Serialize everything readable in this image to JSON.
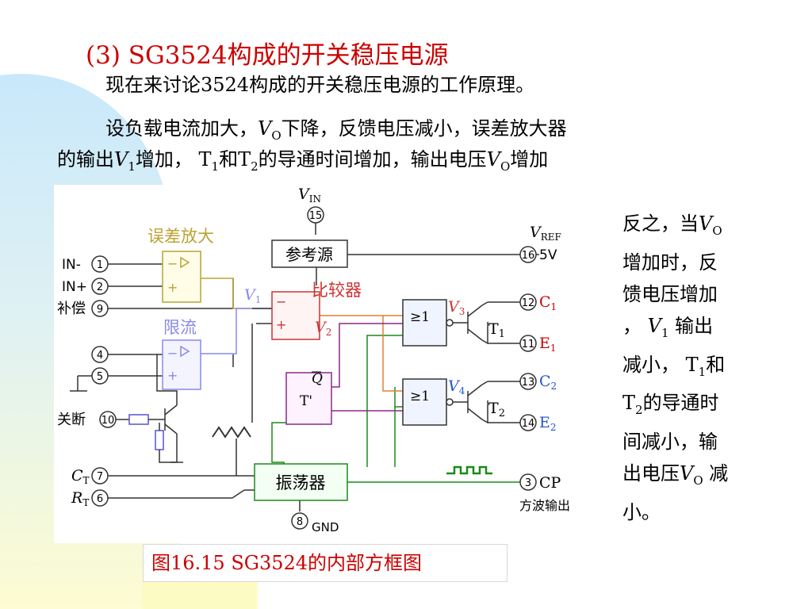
{
  "title": "(3)  SG3524构成的开关稳压电源",
  "paragraph1": "现在来讨论3524构成的开关稳压电源的工作原理。",
  "paragraph2": {
    "line1_a": "设负载电流加大，",
    "line1_v": "V",
    "line1_sub": "O",
    "line1_b": "下降，反馈电压减小，误差放大器",
    "line2_a": "的输出",
    "line2_v1": "V",
    "line2_v1_sub": "1",
    "line2_b": "增加，  T",
    "line2_t1_sub": "1",
    "line2_c": "和T",
    "line2_t2_sub": "2",
    "line2_d": "的导通时间增加，输出电压",
    "line2_vo": "V",
    "line2_vo_sub": "O",
    "line2_e": "增加"
  },
  "right_text": {
    "l1_a": "反之，当",
    "l1_v": "V",
    "l1_sub": "O",
    "l2": "增加时，反",
    "l3": "馈电压增加",
    "l4_a": "，  ",
    "l4_v": "V",
    "l4_sub": "1",
    "l4_b": " 输出",
    "l5_a": "减小， T",
    "l5_sub": "1",
    "l5_b": "和",
    "l6_a": "T",
    "l6_sub": "2",
    "l6_b": "的导通时",
    "l7": "间减小，输",
    "l8_a": "出电压",
    "l8_v": "V",
    "l8_sub": "O",
    "l8_b": " 减",
    "l9": "小。"
  },
  "caption": "图16.15 SG3524的内部方框图",
  "diagram": {
    "vin_v": "V",
    "vin_sub": "IN",
    "pin15": "15",
    "ref_block": "参考源",
    "vref_v": "V",
    "vref_sub": "REF",
    "pin16": "16",
    "vref_val": "5V",
    "err_amp_label": "误差放大",
    "in_minus": "IN-",
    "pin1": "1",
    "in_plus": "IN+",
    "pin2": "2",
    "comp_label": "补偿",
    "pin9": "9",
    "v1_label": "V",
    "v1_sub": "1",
    "v2_label": "V",
    "v2_sub": "2",
    "v3_label": "V",
    "v3_sub": "3",
    "v4_label": "V",
    "v4_sub": "4",
    "comparator_label": "比较器",
    "limit_label": "限流",
    "pin4": "4",
    "pin5": "5",
    "shutdown_label": "关断",
    "pin10": "10",
    "ct_label": "C",
    "ct_sub": "T",
    "pin7": "7",
    "rt_label": "R",
    "rt_sub": "T",
    "pin6": "6",
    "osc_block": "振荡器",
    "gnd_label": "GND",
    "pin8": "8",
    "ff_q": "Q",
    "ff_t": "T'",
    "nor_label": "≥1",
    "t1": "T",
    "t1_sub": "1",
    "t2": "T",
    "t2_sub": "2",
    "c1": "C",
    "c1_sub": "1",
    "pin12": "12",
    "e1": "E",
    "e1_sub": "1",
    "pin11": "11",
    "c2": "C",
    "c2_sub": "2",
    "pin13": "13",
    "e2": "E",
    "e2_sub": "2",
    "pin14": "14",
    "cp_label": "CP",
    "pin3": "3",
    "cp_desc": "方波输出",
    "minus_sign": "−",
    "plus_sign": "+"
  }
}
